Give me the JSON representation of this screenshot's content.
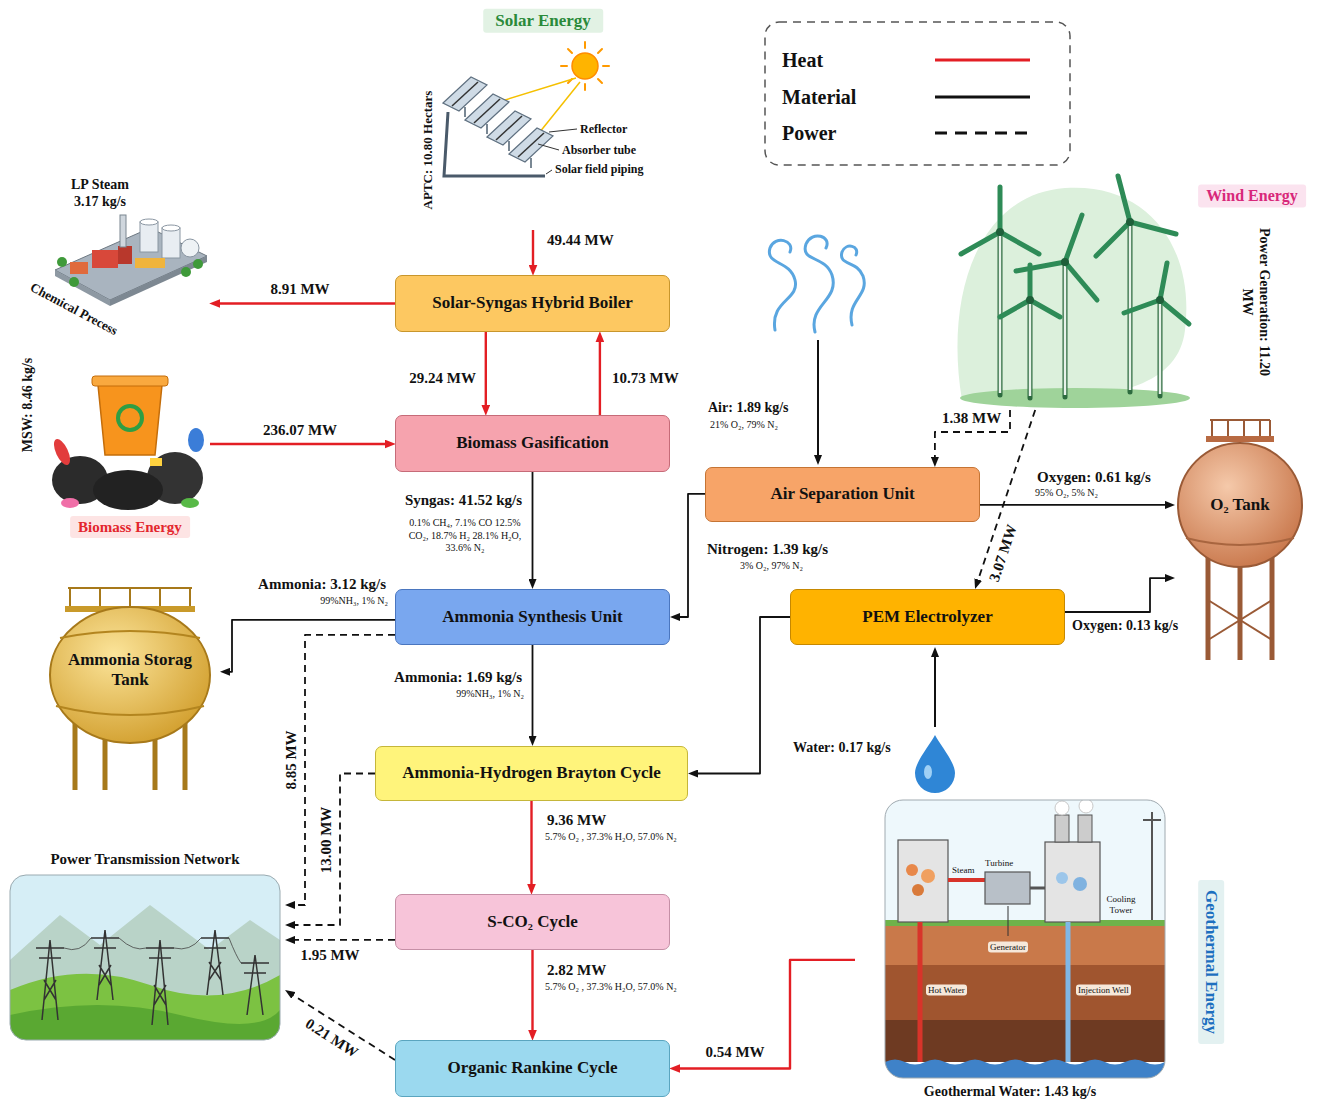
{
  "diagram": {
    "nodes": [
      {
        "text": [
          "Solar Energy",
          "APTC: 10.80 Hectars",
          "Reflector",
          "Absorber tube",
          "Solar field piping"
        ]
      },
      {
        "text": [
          "LP Steam 3.17 kg/s",
          "Chemical Precess"
        ]
      },
      {
        "text": [
          "Wind Energy",
          "Power Generation: 11.20 MW"
        ]
      },
      {
        "text": [
          "Solar-Syngas Hybrid Boiler"
        ]
      },
      {
        "text": [
          "MSW: 8.46 kg/s",
          "Biomass Energy"
        ]
      },
      {
        "text": [
          "Biomass Gasification"
        ]
      },
      {
        "text": [
          "Air Separation Unit"
        ]
      },
      {
        "text": [
          "O₂ Tank"
        ]
      },
      {
        "text": [
          "Ammonia Storag Tank"
        ]
      },
      {
        "text": [
          "Ammonia Synthesis Unit"
        ]
      },
      {
        "text": [
          "PEM Electrolyzer"
        ]
      },
      {
        "text": [
          "Ammonia-Hydrogen Brayton Cycle"
        ]
      },
      {
        "text": [
          "Power Transmission Network"
        ]
      },
      {
        "text": [
          "S-CO₂ Cycle"
        ]
      },
      {
        "text": [
          "Geothermal Energy",
          "Steam",
          "Turbine",
          "Generator",
          "Cooling Tower",
          "Hot Water",
          "Injection Well",
          "Geothermal Water: 1.43 kg/s"
        ]
      },
      {
        "text": [
          "Organic Rankine Cycle"
        ]
      }
    ],
    "edges": [
      {
        "from": 0,
        "to": 3,
        "label": "49.44 MW",
        "arrow": "to"
      },
      {
        "from": 3,
        "to": 1,
        "label": "8.91 MW",
        "arrow": "to"
      },
      {
        "from": 3,
        "to": 5,
        "label": "29.24 MW",
        "arrow": "to"
      },
      {
        "from": 5,
        "to": 3,
        "label": "10.73 MW",
        "arrow": "to"
      },
      {
        "from": 4,
        "to": 5,
        "label": "236.07 MW",
        "arrow": "to"
      },
      {
        "from": 5,
        "to": 9,
        "label": "Syngas: 41.52 kg/s",
        "arrow": "to"
      },
      {
        "from": 2,
        "to": 6,
        "label": "1.38 MW",
        "arrow": "to"
      },
      {
        "from": 2,
        "to": 10,
        "label": "3.07 MW",
        "arrow": "to"
      },
      {
        "from": 6,
        "to": 7,
        "label": "Oxygen: 0.61 kg/s",
        "arrow": "to"
      },
      {
        "from": 6,
        "to": 9,
        "label": "Nitrogen: 1.39 kg/s",
        "arrow": "to"
      },
      {
        "from": 10,
        "to": 7,
        "label": "Oxygen: 0.13 kg/s",
        "arrow": "to"
      },
      {
        "from": 9,
        "to": 8,
        "label": "Ammonia: 3.12 kg/s",
        "arrow": "to"
      },
      {
        "from": 9,
        "to": 12,
        "label": "8.85 MW",
        "arrow": "to"
      },
      {
        "from": 9,
        "to": 11,
        "label": "Ammonia: 1.69 kg/s",
        "arrow": "to"
      },
      {
        "from": 10,
        "to": 11,
        "arrow": "to"
      },
      {
        "from": 11,
        "to": 12,
        "label": "13.00 MW",
        "arrow": "to"
      },
      {
        "from": 11,
        "to": 13,
        "label": "9.36 MW",
        "arrow": "to"
      },
      {
        "from": 13,
        "to": 12,
        "label": "1.95 MW",
        "arrow": "to"
      },
      {
        "from": 13,
        "to": 15,
        "label": "2.82 MW",
        "arrow": "to"
      },
      {
        "from": 15,
        "to": 12,
        "label": "0.21 MW",
        "arrow": "to"
      },
      {
        "from": 14,
        "to": 15,
        "label": "0.54 MW",
        "arrow": "to"
      }
    ],
    "labels": [
      "Air: 1.89 kg/s",
      "21% O₂, 79% N₂",
      "95% O₂, 5% N₂",
      "3% O₂, 97% N₂",
      "0.1% CH₄, 7.1% CO 12.5% CO₂, 18.7% H₂ 28.1% H₂O, 33.6% N₂",
      "99%NH₃, 1% N₂",
      "99%NH₃, 1% N₂",
      "Water: 0.17 kg/s",
      "5.7% O₂ , 37.3% H₂O, 57.0% N₂",
      "5.7% O₂ , 37.3% H₂O, 57.0% N₂"
    ],
    "legend": [
      {
        "text": "Heat"
      },
      {
        "text": "Material"
      },
      {
        "text": "Power"
      }
    ]
  }
}
